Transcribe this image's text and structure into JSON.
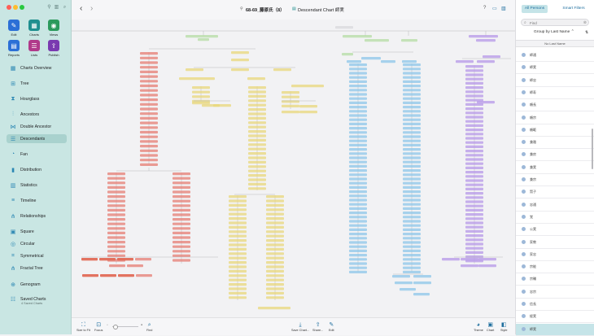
{
  "sidebar": {
    "top_buttons": [
      {
        "label": "Edit",
        "icon": "pencil-icon",
        "color": "#2b6fd6"
      },
      {
        "label": "Charts",
        "icon": "charts-icon",
        "color": "#1f8f8f"
      },
      {
        "label": "Views",
        "icon": "eye-icon",
        "color": "#2b9a5c"
      },
      {
        "label": "Reports",
        "icon": "reports-icon",
        "color": "#2b6fd6"
      },
      {
        "label": "Lists",
        "icon": "lists-icon",
        "color": "#b03a8a"
      },
      {
        "label": "Publish",
        "icon": "publish-icon",
        "color": "#7a3ab0"
      }
    ],
    "nav_items": [
      {
        "label": "Charts Overview",
        "icon": "overview-icon"
      },
      {
        "label": "Tree",
        "icon": "tree-icon"
      },
      {
        "label": "Hourglass",
        "icon": "hourglass-icon"
      },
      {
        "label": "Ancestors",
        "icon": "ancestors-icon"
      },
      {
        "label": "Double Ancestor",
        "icon": "double-ancestor-icon"
      },
      {
        "label": "Descendants",
        "icon": "descendants-icon"
      },
      {
        "label": "Fan",
        "icon": "fan-icon"
      },
      {
        "label": "Distribution",
        "icon": "distribution-icon"
      },
      {
        "label": "Statistics",
        "icon": "statistics-icon"
      },
      {
        "label": "Timeline",
        "icon": "timeline-icon"
      },
      {
        "label": "Relationships",
        "icon": "relationships-icon"
      },
      {
        "label": "Square",
        "icon": "square-icon"
      },
      {
        "label": "Circular",
        "icon": "circular-icon"
      },
      {
        "label": "Symmetrical",
        "icon": "symmetrical-icon"
      },
      {
        "label": "Fractal Tree",
        "icon": "fractal-tree-icon"
      },
      {
        "label": "Genogram",
        "icon": "genogram-icon"
      },
      {
        "label": "Saved Charts",
        "icon": "saved-charts-icon",
        "sub": "4 Saved Charts"
      }
    ],
    "selected_nav": "Descendants"
  },
  "toolbar": {
    "document_title": "68-69_藤原氏（8）",
    "chart_title": "Descendant Chart 師実"
  },
  "bottom_bar": {
    "left": [
      {
        "label": "Size to Fit",
        "icon": "size-to-fit-icon"
      },
      {
        "label": "Focus",
        "icon": "focus-icon"
      },
      {
        "label": "Find",
        "icon": "find-icon"
      }
    ],
    "middle": [
      {
        "label": "Save Chart...",
        "icon": "save-chart-icon"
      },
      {
        "label": "Share...",
        "icon": "share-icon"
      },
      {
        "label": "Edit",
        "icon": "edit-icon"
      }
    ],
    "right": [
      {
        "label": "Theme",
        "icon": "theme-icon"
      },
      {
        "label": "Chart",
        "icon": "chart-icon"
      },
      {
        "label": "Style",
        "icon": "style-icon"
      }
    ]
  },
  "right_panel": {
    "tabs": [
      "All Persons",
      "Smart Filters"
    ],
    "active_tab": "All Persons",
    "find_placeholder": "Find",
    "group_label": "Group by Last Name",
    "section_header": "No Last Name",
    "persons": [
      "師通",
      "師実",
      "師忠",
      "師寿",
      "頼長",
      "頼宗",
      "頼範",
      "兼雅",
      "兼房",
      "兼実",
      "兼宗",
      "賢子",
      "忠通",
      "覚",
      "公実",
      "家教",
      "家忠",
      "宗能",
      "宗輔",
      "忠宗",
      "信長",
      "経実",
      "師実"
    ],
    "selected_person_index": 22
  },
  "colors": {
    "sidebar_bg": "#c9e6e3",
    "accent": "#2b87b3",
    "branch_red": "#e57c73",
    "branch_yellow": "#e8d77b",
    "branch_blue": "#8cc6ea",
    "branch_purple": "#b597e8",
    "branch_green": "#b4dca4"
  }
}
